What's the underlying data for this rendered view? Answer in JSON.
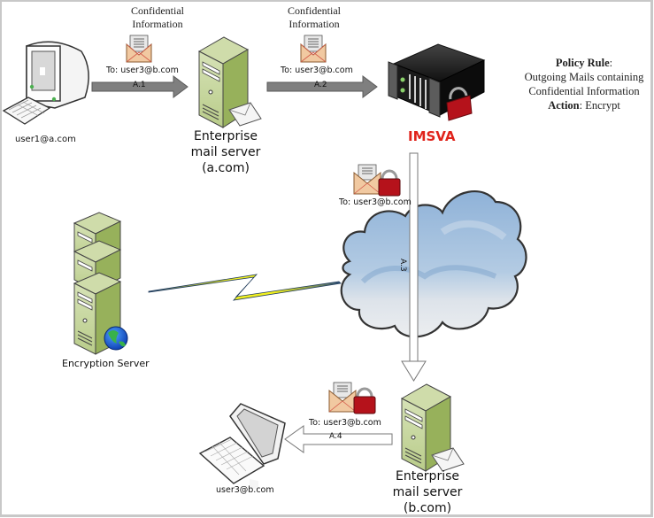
{
  "diagram": {
    "title_top": "Confidential Information",
    "flows": [
      {
        "id": "A.1",
        "label": "A.1",
        "from": "user1@a.com",
        "to": "Enterprise mail server (a.com)",
        "style": "filled-gray"
      },
      {
        "id": "A.2",
        "label": "A.2",
        "from": "Enterprise mail server (a.com)",
        "to": "IMSVA",
        "style": "filled-gray"
      },
      {
        "id": "A.3",
        "label": "A.3",
        "from": "IMSVA",
        "to": "Enterprise mail server (b.com)",
        "style": "hollow"
      },
      {
        "id": "A.4",
        "label": "A.4",
        "from": "Enterprise mail server (b.com)",
        "to": "user3@b.com",
        "style": "hollow"
      }
    ],
    "nodes": {
      "sender": {
        "label": "user1@a.com",
        "icon": "desktop-computer-icon"
      },
      "mail_server_a": {
        "line1": "Enterprise",
        "line2": "mail server",
        "line3": "(a.com)",
        "icon": "server-tower-icon"
      },
      "imsva": {
        "label": "IMSVA",
        "icon": "rack-server-lock-icon",
        "color": "#e0231b"
      },
      "encryption_server": {
        "label": "Encryption Server",
        "icon": "server-stack-globe-icon"
      },
      "mail_server_b": {
        "line1": "Enterprise",
        "line2": "mail server",
        "line3": "(b.com)",
        "icon": "server-tower-icon"
      },
      "recipient": {
        "label": "user3@b.com",
        "icon": "laptop-icon"
      },
      "internet": {
        "icon": "cloud-icon"
      }
    },
    "messages": [
      {
        "caption_line1": "Confidential",
        "caption_line2": "Information",
        "to": "To: user3@b.com",
        "icon": "open-envelope-icon"
      },
      {
        "caption_line1": "Confidential",
        "caption_line2": "Information",
        "to": "To: user3@b.com",
        "icon": "open-envelope-icon"
      },
      {
        "to": "To: user3@b.com",
        "icon": "encrypted-envelope-icon"
      },
      {
        "to": "To: user3@b.com",
        "icon": "encrypted-envelope-icon"
      }
    ],
    "policy": {
      "rule_label": "Policy Rule",
      "rule_sep": ":",
      "rule_line1": "Outgoing Mails containing",
      "rule_line2": "Confidential Information",
      "action_label": "Action",
      "action_value": ": Encrypt"
    },
    "colors": {
      "arrow_fill": "#7f7f7f",
      "server_green": "#a9c07a",
      "cloud_blue": "#9dbcdb",
      "bolt_yellow": "#f0ef1a",
      "lock_red": "#b5121b"
    }
  }
}
